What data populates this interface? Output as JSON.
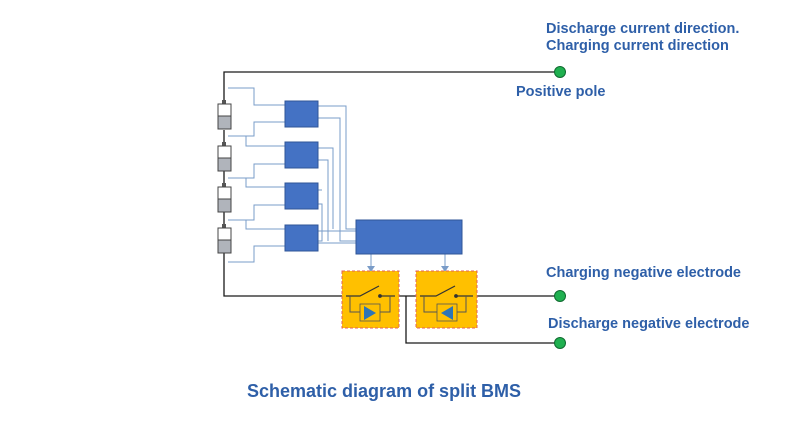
{
  "labels": {
    "discharge_direction": "Discharge current direction.",
    "charging_direction": "Charging current direction",
    "positive_pole": "Positive pole",
    "charging_negative": "Charging negative electrode",
    "discharge_negative": "Discharge negative electrode",
    "title": "Schematic diagram of split BMS"
  },
  "colors": {
    "module_blue": "#4472c4",
    "switch_yellow": "#ffc000",
    "switch_border": "#e0605a",
    "wire_dark": "#1a1a1a",
    "wire_blue": "#7a9cc8",
    "terminal_green": "#20b050",
    "text_blue": "#2e5fa8"
  },
  "components": {
    "cells": 4,
    "acquisition_modules": 4,
    "controller": 1,
    "mos_switches": 2,
    "terminals": 3
  },
  "icons": [
    "battery-cell-icon",
    "switch-icon",
    "diode-icon",
    "terminal-icon"
  ]
}
